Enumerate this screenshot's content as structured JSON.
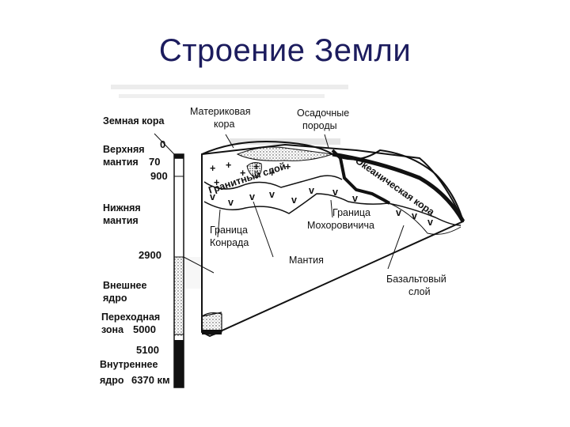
{
  "title": "Строение Земли",
  "figure": {
    "labels": {
      "earth_crust": "Земная кора",
      "upper_mantle_1": "Верхняя",
      "upper_mantle_2": "мантия",
      "lower_mantle_1": "Нижняя",
      "lower_mantle_2": "мантия",
      "outer_core_1": "Внешнее",
      "outer_core_2": "ядро",
      "transition_zone_1": "Переходная",
      "transition_zone_2": "зона",
      "inner_core_1": "Внутреннее",
      "inner_core_2": "ядро",
      "continental_crust_1": "Материковая",
      "continental_crust_2": "кора",
      "sediments_1": "Осадочные",
      "sediments_2": "породы",
      "granite_layer": "Гранитный слой",
      "oceanic_crust": "Океаническая кора",
      "moho_1": "Граница",
      "moho_2": "Мохоровичича",
      "conrad_1": "Граница",
      "conrad_2": "Конрада",
      "mantle": "Мантия",
      "basalt_1": "Базальтовый",
      "basalt_2": "слой"
    },
    "depths": {
      "d0": "0",
      "d70": "70",
      "d900": "900",
      "d2900": "2900",
      "d5000": "5000",
      "d5100": "5100",
      "d6370": "6370 км"
    },
    "colors": {
      "title": "#1c1c5e",
      "ink": "#111111"
    }
  }
}
